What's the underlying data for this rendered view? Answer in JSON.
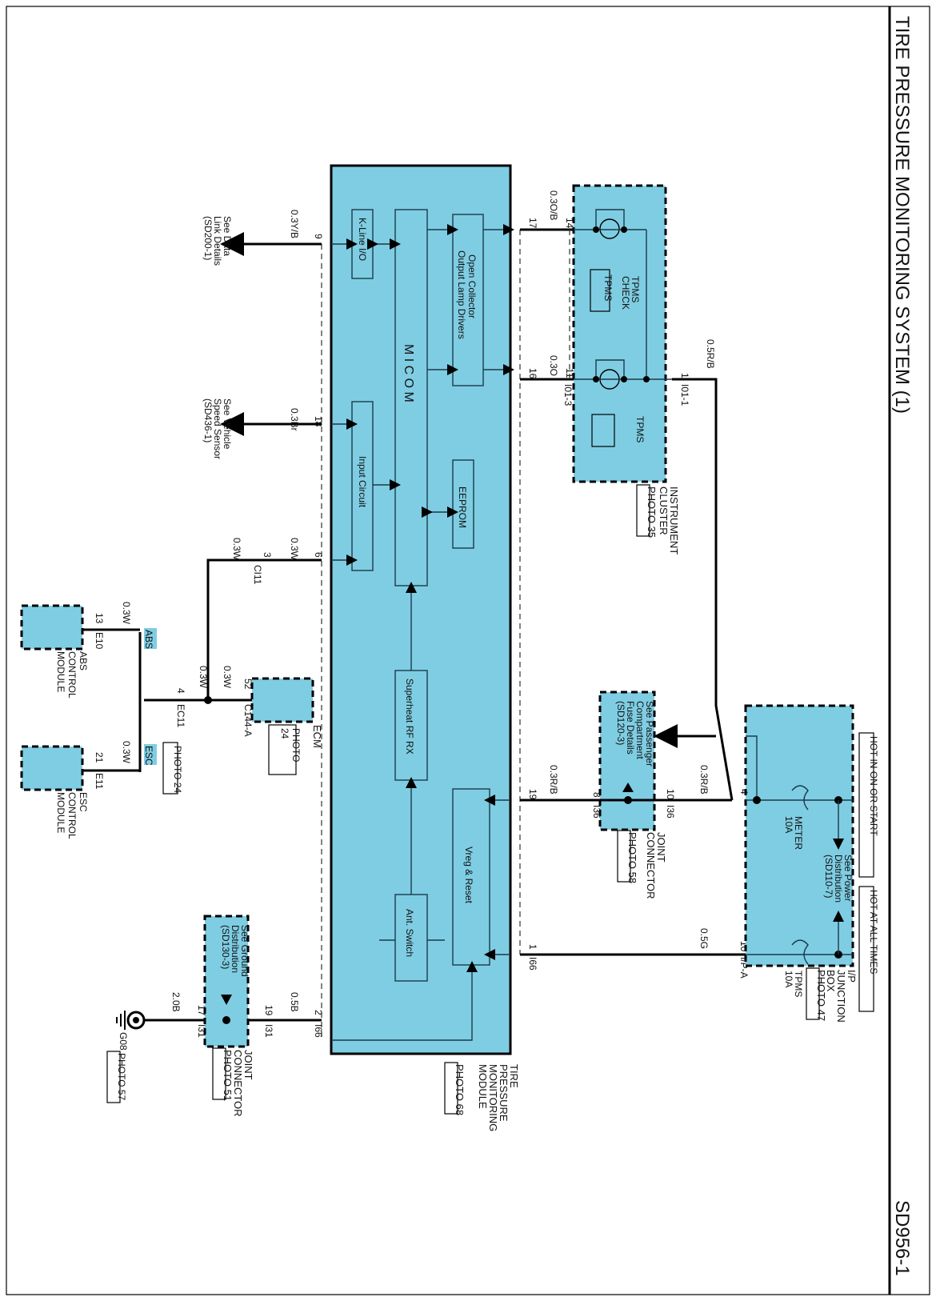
{
  "title": "TIRE PRESSURE MONITORING SYSTEM (1)",
  "page_code": "SD956-1",
  "modules": {
    "tpms_module": {
      "name": "TIRE PRESSURE MONITORING MODULE",
      "name_lines": [
        "TIRE",
        "PRESSURE",
        "MONITORING",
        "MODULE"
      ],
      "photo": "PHOTO 68",
      "blocks": {
        "kline": "K-Line I/O",
        "micom": "M I C O M",
        "input": "Input Circuit",
        "lamp_drivers_1": "Open Collector",
        "lamp_drivers_2": "Output Lamp Drivers",
        "eeprom": "EEPROM",
        "rf": "Superheat RF RX",
        "ant": "Ant. Switch",
        "vreg": "Vreg & Reset"
      }
    },
    "instrument_cluster": {
      "name_lines": [
        "INSTRUMENT",
        "CLUSTER"
      ],
      "photo": "PHOTO 35",
      "lamp1_label_1": "TPMS",
      "lamp1_label_2": "CHECK",
      "lamp1_icon_text": "TPMS",
      "lamp2_label": "TPMS"
    },
    "ip_junction_box": {
      "name_lines": [
        "I/P",
        "JUNCTION",
        "BOX"
      ],
      "photo": "PHOTO 47",
      "fuse1": {
        "name": "METER",
        "rating": "10A"
      },
      "fuse2": {
        "name": "TPMS",
        "rating": "10A"
      },
      "ref_lines": [
        "See Power",
        "Distribution",
        "(SD110-7)"
      ],
      "hot1": "HOT IN ON OR START",
      "hot2": "HOT AT ALL TIMES"
    },
    "joint_connector_58": {
      "name_lines": [
        "JOINT",
        "CONNECTOR"
      ],
      "photo": "PHOTO 58",
      "ref_lines": [
        "See Passenger",
        "Compartment",
        "Fuse Details",
        "(SD120-3)"
      ]
    },
    "joint_connector_51": {
      "name_lines": [
        "JOINT",
        "CONNECTOR"
      ],
      "photo": "PHOTO 51",
      "ref_lines": [
        "See Ground",
        "Distribution",
        "(SD130-3)"
      ]
    },
    "ecm": {
      "name": "ECM",
      "photo_lines": [
        "PHOTO",
        "24"
      ]
    },
    "abs": {
      "name_lines": [
        "ABS",
        "CONTROL",
        "MODULE"
      ],
      "tag": "ABS"
    },
    "esc": {
      "name_lines": [
        "ESC",
        "CONTROL",
        "MODULE"
      ],
      "tag": "ESC"
    },
    "ground": {
      "name": "G08",
      "photo": "PHOTO 57"
    }
  },
  "refs": {
    "data_link": [
      "See Data",
      "Link Details",
      "(SD200-1)"
    ],
    "speed_sensor": [
      "See Vehicle",
      "Speed Sensor",
      "(SD436-1)"
    ]
  },
  "wires": {
    "w9": "0.3Y/B",
    "w18": "0.3Br",
    "w6": "0.3W",
    "w6b": "0.3W",
    "wecm": "0.3W",
    "wec11": "0.3W",
    "wabs": "0.3W",
    "wesc": "0.3W",
    "w17": "0.3O/B",
    "w16": "0.3O",
    "w1": "0.5R/B",
    "w19": "0.3R/B",
    "w10": "0.3R/B",
    "wg": "0.5G",
    "w2": "0.5B",
    "wgnd": "2.0B"
  },
  "pins": {
    "p9": "9",
    "p18": "18",
    "p6": "6",
    "p3": "3",
    "ci11": "CI11",
    "p52": "52",
    "c144": "C144-A",
    "p4": "4",
    "ec11": "EC11",
    "ec11_photo": "PHOTO 24",
    "p13": "13",
    "e10": "E10",
    "p21": "21",
    "e11": "E11",
    "p17": "17",
    "p14": "14",
    "p16": "16",
    "p11": "11",
    "i013": "I01-3",
    "p1": "1",
    "i011": "I01-1",
    "p19": "19",
    "p8": "8",
    "i36a": "I36",
    "p10": "10",
    "i36b": "I36",
    "p4j": "4",
    "p1b": "1",
    "i66a": "I66",
    "p10b": "10",
    "ipa": "I/P-A",
    "p2": "2",
    "i66b": "I66",
    "p19b": "19",
    "i31a": "I31",
    "p17b": "17",
    "i31b": "I31"
  }
}
